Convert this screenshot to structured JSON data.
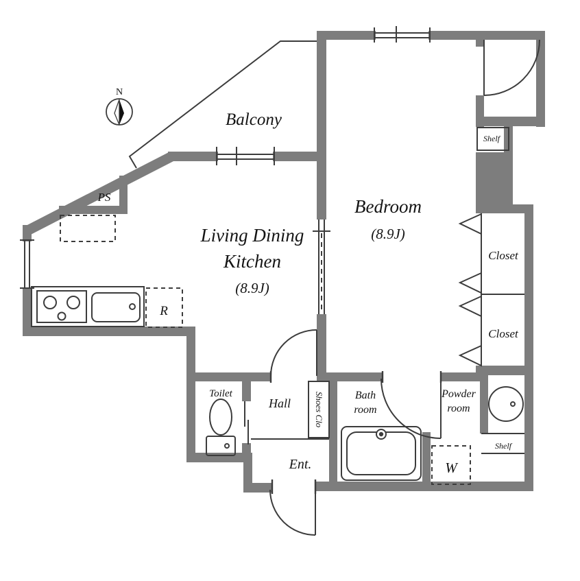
{
  "compass": {
    "north_label": "N"
  },
  "rooms": {
    "balcony": {
      "label": "Balcony"
    },
    "bedroom": {
      "label": "Bedroom",
      "size": "(8.9J)"
    },
    "ldk": {
      "label_line1": "Living Dining",
      "label_line2": "Kitchen",
      "size": "(8.9J)"
    },
    "hall": {
      "label": "Hall"
    },
    "entrance": {
      "label": "Ent."
    },
    "toilet": {
      "label": "Toilet"
    },
    "bath": {
      "label_line1": "Bath",
      "label_line2": "room"
    },
    "powder": {
      "label_line1": "Powder",
      "label_line2": "room"
    },
    "shoes_closet": {
      "label": "Shoes Clo"
    },
    "closet_upper": {
      "label": "Closet"
    },
    "closet_lower": {
      "label": "Closet"
    },
    "ps": {
      "label": "PS"
    }
  },
  "fixtures": {
    "refrigerator": {
      "label": "R"
    },
    "washer_space": {
      "label": "W"
    },
    "shelf_upper": {
      "label": "Shelf"
    },
    "shelf_lower": {
      "label": "Shelf"
    }
  },
  "colors": {
    "wall": "#7d7d7d",
    "line": "#3c3c3c",
    "text": "#141414",
    "background": "#ffffff"
  }
}
